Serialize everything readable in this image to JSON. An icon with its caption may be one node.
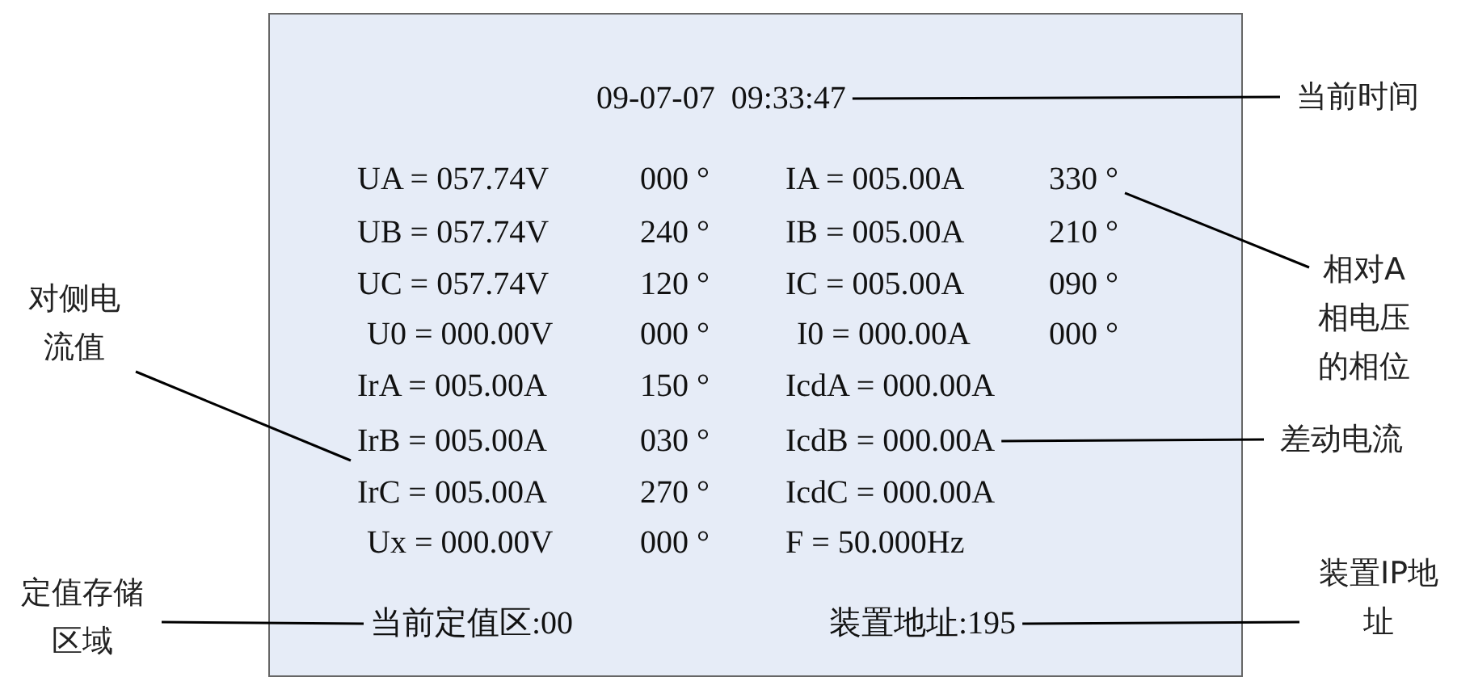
{
  "diagram": {
    "nodes": [
      {
        "text": [],
        "shape": "box"
      },
      {
        "text": [
          "09-07-07  09:33:47"
        ],
        "in": 0
      },
      {
        "text": [
          "330 °"
        ],
        "in": 0
      },
      {
        "text": [
          "IrB = 005.00A"
        ],
        "in": 0
      },
      {
        "text": [
          "IcdB = 000.00A"
        ],
        "in": 0
      },
      {
        "text": [
          "当前定值区:00"
        ],
        "in": 0
      },
      {
        "text": [
          "装置地址:195"
        ],
        "in": 0
      },
      {
        "text": [
          "当前时间"
        ]
      },
      {
        "text": [
          "相对A相电压的相位"
        ]
      },
      {
        "text": [
          "对侧电流值"
        ]
      },
      {
        "text": [
          "差动电流"
        ]
      },
      {
        "text": [
          "定值存储区域"
        ]
      },
      {
        "text": [
          "装置IP地址"
        ]
      }
    ],
    "edges": [
      {
        "from": 7,
        "to": 1,
        "arrow": "none"
      },
      {
        "from": 8,
        "to": 2,
        "arrow": "none"
      },
      {
        "from": 9,
        "to": 3,
        "arrow": "none"
      },
      {
        "from": 10,
        "to": 4,
        "arrow": "none"
      },
      {
        "from": 11,
        "to": 5,
        "arrow": "none"
      },
      {
        "from": 12,
        "to": 6,
        "arrow": "none"
      }
    ],
    "labels": [
      "UA = 057.74V",
      "000 °",
      "IA = 005.00A",
      "UB = 057.74V",
      "240 °",
      "IB = 005.00A",
      "210 °",
      "UC = 057.74V",
      "120 °",
      "IC = 005.00A",
      "090 °",
      "U0 = 000.00V",
      "000 °",
      "I0 = 000.00A",
      "000 °",
      "IrA = 005.00A",
      "150 °",
      "IcdA = 000.00A",
      "030 °",
      "IrC = 005.00A",
      "270 °",
      "IcdC = 000.00A",
      "Ux = 000.00V",
      "000 °",
      "F = 50.000Hz"
    ]
  }
}
